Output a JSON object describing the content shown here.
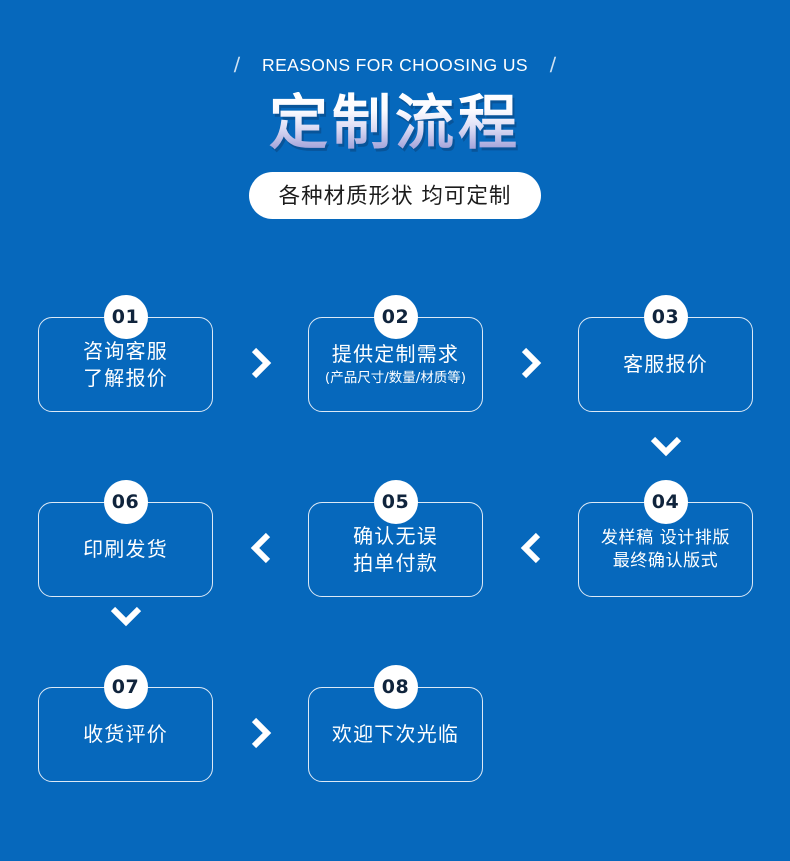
{
  "header": {
    "eyebrow_slash_left": "/",
    "eyebrow_text": "REASONS FOR CHOOSING US",
    "eyebrow_slash_right": "/",
    "title": "定制流程",
    "pill_text": "各种材质形状 均可定制"
  },
  "colors": {
    "background": "#0668bc",
    "box_border": "#dce9f6",
    "badge_background": "#ffffff",
    "badge_text": "#10243c",
    "text": "#ffffff",
    "title_gradient_top": "#ffffff",
    "title_gradient_bottom": "#a9a9dc",
    "pill_background": "#ffffff",
    "pill_text": "#1c1c1c"
  },
  "flow": {
    "steps": [
      {
        "number": "01",
        "line1": "咨询客服",
        "line2": "了解报价",
        "sub": ""
      },
      {
        "number": "02",
        "line1": "提供定制需求",
        "line2": "",
        "sub": "(产品尺寸/数量/材质等)"
      },
      {
        "number": "03",
        "line1": "客服报价",
        "line2": "",
        "sub": ""
      },
      {
        "number": "04",
        "line1": "发样稿 设计排版",
        "line2": "最终确认版式",
        "sub": ""
      },
      {
        "number": "05",
        "line1": "确认无误",
        "line2": "拍单付款",
        "sub": ""
      },
      {
        "number": "06",
        "line1": "印刷发货",
        "line2": "",
        "sub": ""
      },
      {
        "number": "07",
        "line1": "收货评价",
        "line2": "",
        "sub": ""
      },
      {
        "number": "08",
        "line1": "欢迎下次光临",
        "line2": "",
        "sub": ""
      }
    ],
    "connectors": [
      {
        "name": "chevron-right-01-to-02",
        "direction": "right"
      },
      {
        "name": "chevron-right-02-to-03",
        "direction": "right"
      },
      {
        "name": "chevron-down-03-to-04",
        "direction": "down"
      },
      {
        "name": "chevron-left-04-to-05",
        "direction": "left"
      },
      {
        "name": "chevron-left-05-to-06",
        "direction": "left"
      },
      {
        "name": "chevron-down-06-to-07",
        "direction": "down"
      },
      {
        "name": "chevron-right-07-to-08",
        "direction": "right"
      }
    ]
  }
}
